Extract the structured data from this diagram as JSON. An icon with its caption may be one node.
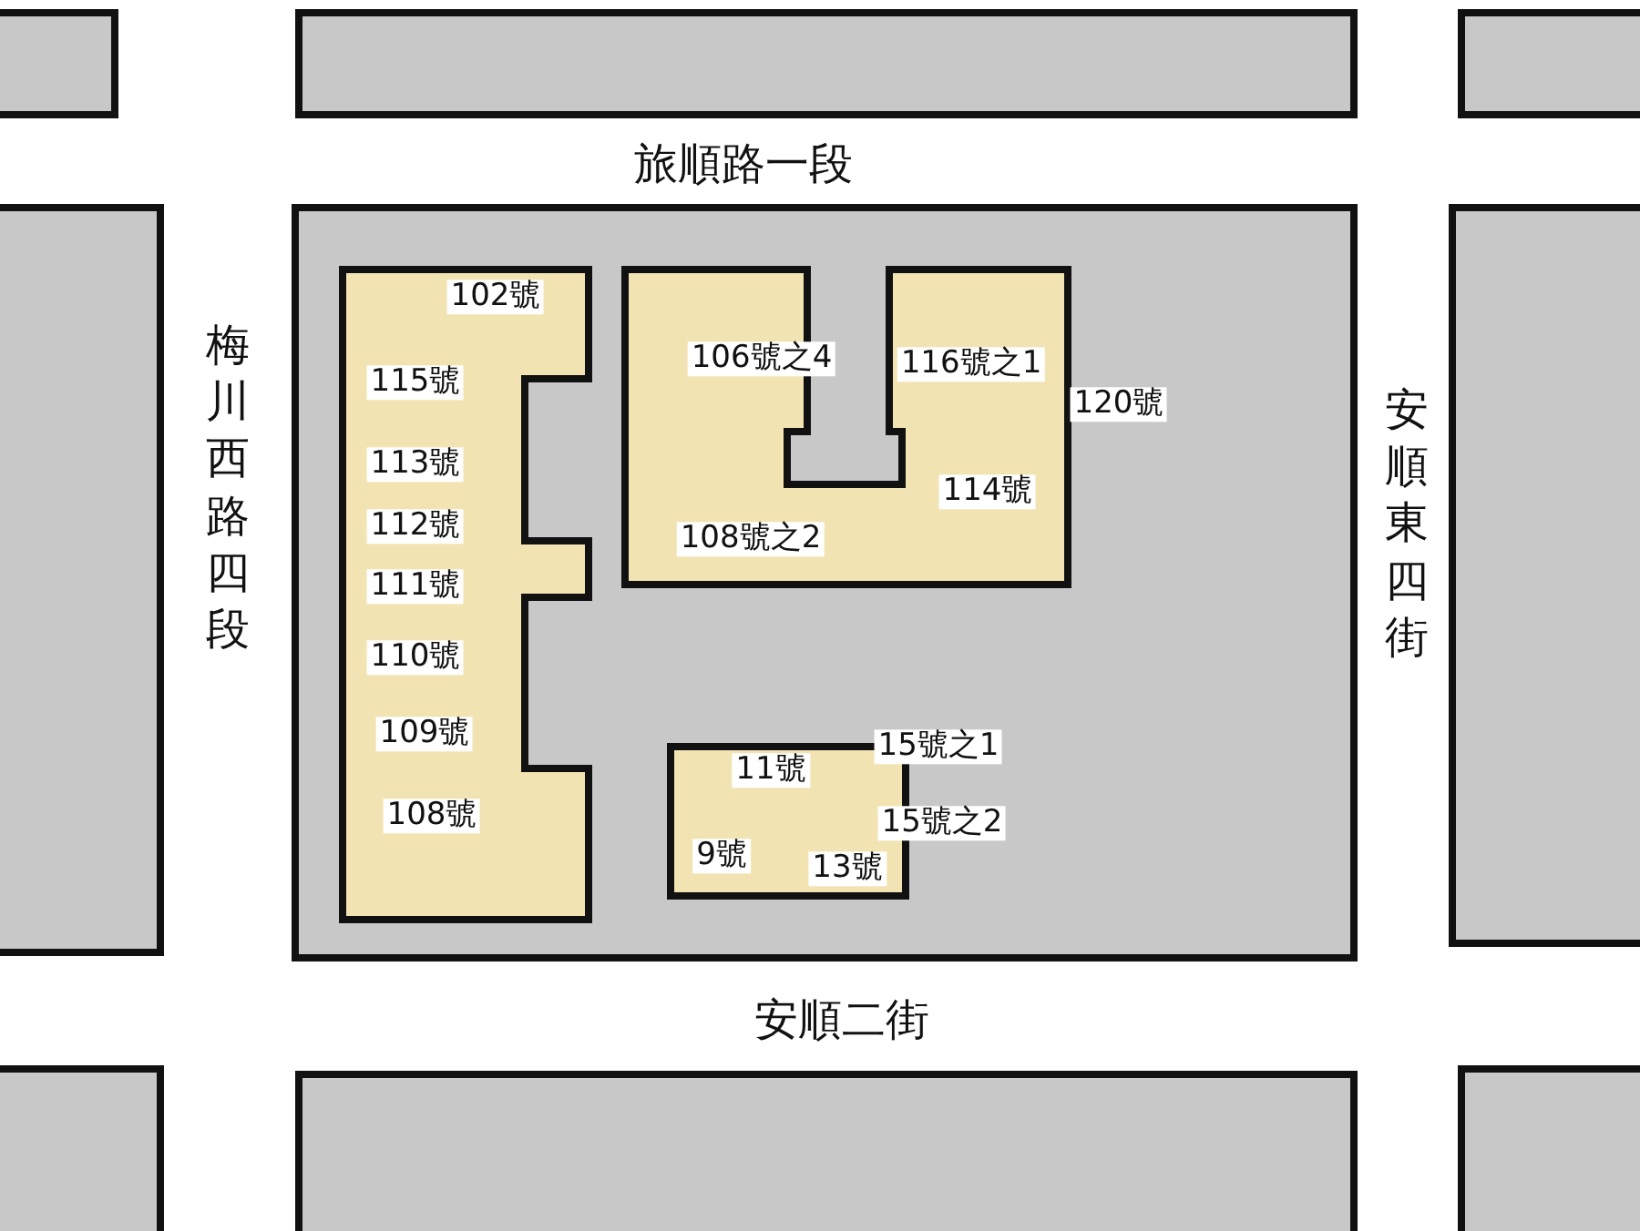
{
  "diagram": {
    "nodes": [
      {
        "text": [
          "102號",
          "115號",
          "113號",
          "112號",
          "111號",
          "110號",
          "109號",
          "108號"
        ]
      },
      {
        "text": [
          "106號之4",
          "116號之1",
          "114號",
          "108號之2"
        ],
        "beside": [
          "120號"
        ]
      },
      {
        "text": [
          "11號",
          "9號",
          "13號"
        ],
        "beside": [
          "15號之1",
          "15號之2"
        ]
      }
    ],
    "labels": [
      "旅順路一段",
      "梅川西路四段",
      "安順東四街",
      "安順二街"
    ]
  }
}
